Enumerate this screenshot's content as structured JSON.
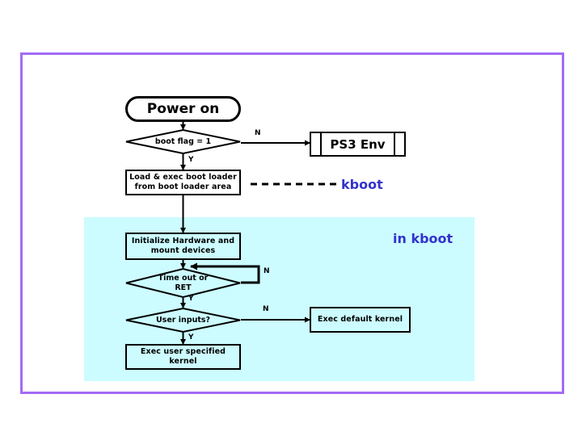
{
  "diagram": {
    "title_text": "",
    "colors": {
      "frame_border": "#a26bf5",
      "kboot_region_fill": "#ccfcff",
      "annotation_text": "#3333cc",
      "node_stroke": "#000000",
      "page_background": "#ffffff"
    },
    "nodes": {
      "power_on": {
        "label": "Power on",
        "shape": "terminator"
      },
      "boot_flag": {
        "label": "boot flag = 1",
        "shape": "decision"
      },
      "ps3_env": {
        "label": "PS3 Env",
        "shape": "predefined-process"
      },
      "load_exec_boot_loader": {
        "label": "Load & exec boot loader\nfrom boot loader area",
        "line1": "Load & exec boot loader",
        "line2": "from boot loader area",
        "shape": "process"
      },
      "init_hardware": {
        "label": "Initialize Hardware and\nmount devices",
        "line1": "Initialize Hardware and",
        "line2": "mount devices",
        "shape": "process"
      },
      "time_out_or_ret": {
        "label": "Time out or\nRET",
        "line1": "Time out or",
        "line2": "RET",
        "shape": "decision"
      },
      "user_inputs": {
        "label": "User inputs?",
        "shape": "decision"
      },
      "exec_default_kernel": {
        "label": "Exec default kernel",
        "shape": "process"
      },
      "exec_user_specified_kernel": {
        "label": "Exec user specified kernel",
        "shape": "process"
      }
    },
    "edge_labels": {
      "boot_flag_no": "N",
      "boot_flag_yes": "Y",
      "time_out_no": "N",
      "time_out_yes": "Y",
      "user_inputs_no": "N",
      "user_inputs_yes": "Y"
    },
    "annotations": {
      "kboot": "kboot",
      "in_kboot": "in kboot"
    }
  }
}
